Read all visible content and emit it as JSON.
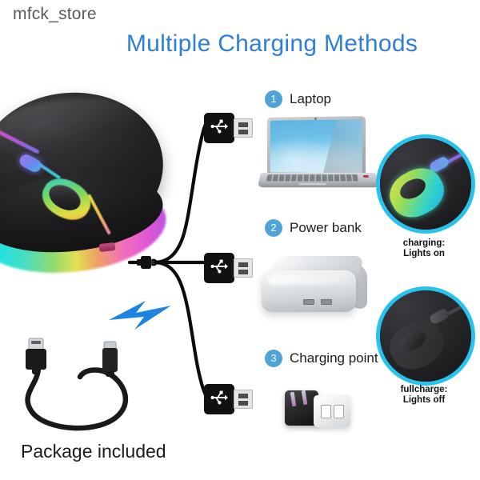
{
  "brand": {
    "watermark": "mfck_store"
  },
  "headline": {
    "text": "Multiple Charging Methods",
    "color": "#2f7fd4"
  },
  "steps": [
    {
      "number": "1",
      "label": "Laptop",
      "badge_color": "#4fa3d8"
    },
    {
      "number": "2",
      "label": "Power bank",
      "badge_color": "#4fa3d8"
    },
    {
      "number": "3",
      "label": "Charging point",
      "badge_color": "#4fa3d8"
    }
  ],
  "package": {
    "caption": "Package included"
  },
  "insets": [
    {
      "state": "on",
      "caption_line1": "charging:",
      "caption_line2": "Lights on",
      "ring_color": "#28c3ec"
    },
    {
      "state": "off",
      "caption_line1": "fullcharge:",
      "caption_line2": "Lights off",
      "ring_color": "#28c3ec"
    }
  ],
  "icons": {
    "usb_trident": "usb-trident-icon",
    "lightning_bolt": "lightning-bolt-icon",
    "bolt_color": "#1f84e0"
  },
  "products": {
    "mouse": "wireless-rgb-mouse",
    "laptop": "laptop-device",
    "power_bank": "power-bank-device",
    "wall_charger": "wall-charger-device",
    "cable": "usb-to-micro-usb-cable"
  }
}
